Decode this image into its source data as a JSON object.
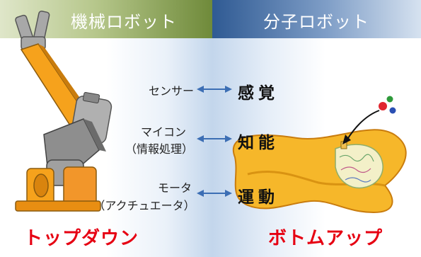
{
  "headers": {
    "left_title": "機械ロボット",
    "right_title": "分子ロボット"
  },
  "rows": [
    {
      "component_lines": [
        "センサー"
      ],
      "function": "感覚"
    },
    {
      "component_lines": [
        "マイコン",
        "（情報処理）"
      ],
      "function": "知能"
    },
    {
      "component_lines": [
        "モータ",
        "（アクチュエータ）"
      ],
      "function": "運動"
    }
  ],
  "captions": {
    "left": "トップダウン",
    "right": "ボトムアップ"
  },
  "colors": {
    "left_header": "#9cb46a",
    "right_header": "#3f6aa3",
    "caption": "#e60012",
    "arrow": "#3c6eb4",
    "robot_orange": "#f6a21c",
    "robot_gray": "#9a9a9a",
    "molecule_body": "#f6b72a",
    "mol_red": "#e0262f",
    "mol_green": "#2e9a3a",
    "mol_blue": "#2a4fb3"
  },
  "icons": [
    "robot-arm-illustration",
    "molecular-robot-illustration",
    "molecule-dots-icon"
  ]
}
